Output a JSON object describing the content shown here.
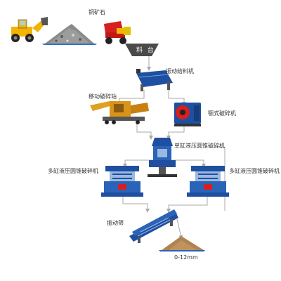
{
  "labels": {
    "ore": "铜矿石",
    "hopper": "料 台",
    "vibrating_feeder": "振动给料机",
    "mobile_crushing_station": "移动破碎站",
    "jaw_crusher": "颚式破碎机",
    "single_cylinder_cone": "单缸液压圆锥破碎机",
    "multi_cylinder_cone_left": "多缸液压圆锥破碎机",
    "multi_cylinder_cone_right": "多缸液压圆锥破碎机",
    "vibrating_screen": "振动筛",
    "product_size": "0-12mm"
  },
  "colors": {
    "flow_line": "#aaaaaa",
    "machine_blue": "#1f4fa0",
    "loader_yellow": "#f2b400",
    "truck_red": "#d62020",
    "hopper_dark": "#4a4a4a",
    "ore_gray": "#8a8a8a",
    "sand_brown": "#b08450",
    "base_blue": "#2a63b8"
  }
}
